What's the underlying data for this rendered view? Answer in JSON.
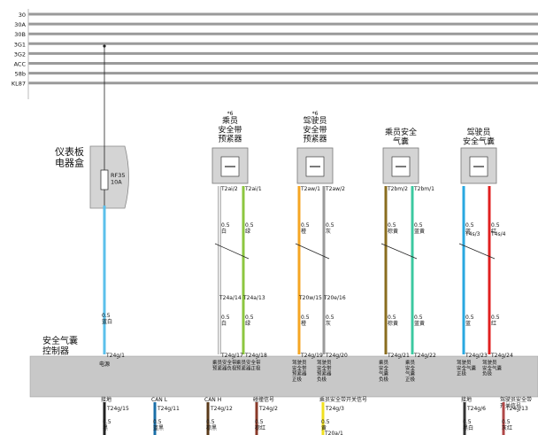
{
  "rails": [
    "30",
    "30A",
    "30B",
    "3G1",
    "3G2",
    "ACC",
    "58b",
    "KL87"
  ],
  "panels": {
    "dashboard_box": "仪表板\n电器盒",
    "airbag_controller": "安全气囊\n控制器"
  },
  "fuse": {
    "name": "RF35",
    "rating": "10A"
  },
  "power_wire": {
    "gauge": "0.5",
    "color": "蓝白",
    "pin": "T24g/1",
    "function": "电源"
  },
  "components": [
    {
      "note": "*6",
      "title": "乘员\n安全带\n预紧器",
      "pins": [
        "T2ai/2",
        "T2ai/1"
      ]
    },
    {
      "note": "*6",
      "title": "驾驶员\n安全带\n预紧器",
      "pins": [
        "T2aw/1",
        "T2aw/2"
      ]
    },
    {
      "title": "乘员安全\n气囊",
      "pins": [
        "T2bm/2",
        "T2bm/1"
      ]
    },
    {
      "title": "驾驶员\n安全气囊",
      "pins": [
        "T4s/3",
        "T4s/4"
      ]
    }
  ],
  "wires": [
    {
      "gauge": "0.5",
      "color": "白",
      "connector": "T24a/14",
      "pin": "T24g/17",
      "function": "乘员安全带\n预紧器负极",
      "hex": "#e6e6e6"
    },
    {
      "gauge": "0.5",
      "color": "绿",
      "connector": "T24a/13",
      "pin": "T24g/18",
      "function": "乘员安全带\n预紧器正极",
      "hex": "#8cc63f"
    },
    {
      "gauge": "0.5",
      "color": "橙",
      "connector": "T20w/15",
      "pin": "T24g/19",
      "function": "驾驶员\n安全带\n预紧器\n正极",
      "hex": "#f5a623"
    },
    {
      "gauge": "0.5",
      "color": "灰",
      "connector": "T20e/16",
      "pin": "T24g/20",
      "function": "驾驶员\n安全带\n预紧器\n负极",
      "hex": "#9a9a9a"
    },
    {
      "gauge": "0.5",
      "color": "棕黄",
      "pin": "T24g/21",
      "function": "乘员\n安全\n气囊\n负极",
      "hex": "#8a6d1f"
    },
    {
      "gauge": "0.5",
      "color": "蓝黄",
      "pin": "T24g/22",
      "function": "乘员\n安全\n气囊\n正极",
      "hex": "#3cc8a0"
    },
    {
      "gauge": "0.5",
      "color": "蓝",
      "pin": "T24g/23",
      "function": "驾驶员\n安全气囊\n正极",
      "hex": "#29a8e0"
    },
    {
      "gauge": "0.5",
      "color": "红",
      "pin": "T24g/24",
      "function": "驾驶员\n安全气囊\n负极",
      "hex": "#e02020"
    }
  ],
  "bottom_signals": [
    {
      "label": "接地",
      "pin": "T24g/15",
      "gauge": "0.5",
      "color": "黑",
      "hex": "#222222"
    },
    {
      "label": "CAN L",
      "pin": "T24g/11",
      "gauge": "0.5",
      "color": "蓝黑",
      "hex": "#1a6fa8"
    },
    {
      "label": "CAN H",
      "pin": "T24g/12",
      "gauge": "0.5",
      "color": "棕黑",
      "hex": "#5a3a1a"
    },
    {
      "label": "碰撞信号",
      "pin": "T24g/2",
      "gauge": "0.5",
      "color": "棕红",
      "hex": "#8a3a2a"
    },
    {
      "label": "乘员安全带开关信号",
      "pin": "T24g/3",
      "gauge": "0.5",
      "color": "黄",
      "connector": "T20a/1",
      "hex": "#f0e020"
    },
    {
      "label": "接地",
      "pin": "T24g/6",
      "gauge": "0.5",
      "color": "黑白",
      "hex": "#333333"
    },
    {
      "label": "驾驶员安全带\n开关信号",
      "pin": "T24g/13",
      "gauge": "0.5",
      "color": "灰红",
      "hex": "#b04848"
    }
  ],
  "colors": {
    "rail": "#9a9a9a",
    "body_bar": "#c8c8c8",
    "component": "#d4d4d4"
  }
}
